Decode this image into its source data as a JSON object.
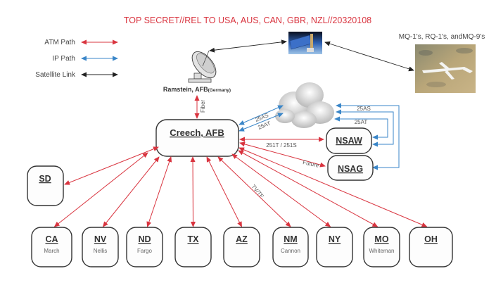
{
  "classification_banner": "TOP SECRET//REL TO USA, AUS, CAN, GBR, NZL//20320108",
  "legend": {
    "items": [
      {
        "label": "ATM Path",
        "color": "#d9343f"
      },
      {
        "label": "IP Path",
        "color": "#3a86c8"
      },
      {
        "label": "Satellite Link",
        "color": "#222222"
      }
    ]
  },
  "colors": {
    "atm": "#d9343f",
    "ip": "#3a86c8",
    "satellite": "#222222"
  },
  "ground_station": {
    "icon": "satellite-dish-icon",
    "label": "Ramstein, AFB",
    "sublabel": "(Germany)"
  },
  "satellite": {
    "icon": "satellite-icon"
  },
  "uav": {
    "label": "MQ-1's, RQ-1's, andMQ-9's",
    "icon": "drone-photo"
  },
  "cloud": {
    "icon": "cloud-icon"
  },
  "hub": {
    "title": "Creech, AFB"
  },
  "link_labels": {
    "fiber": "Fiber",
    "creech_cloud_1": "25AS",
    "creech_cloud_2": "25AT",
    "nsa_cloud_1": "25AS",
    "nsa_cloud_2": "25AT",
    "creech_nsaw": "251T / 251S",
    "future": "Future",
    "nm_line": "TV/TF"
  },
  "nsa_nodes": [
    {
      "title": "NSAW"
    },
    {
      "title": "NSAG"
    }
  ],
  "sd_node": {
    "title": "SD",
    "sub": ""
  },
  "state_nodes": [
    {
      "title": "CA",
      "sub": "March"
    },
    {
      "title": "NV",
      "sub": "Nellis"
    },
    {
      "title": "ND",
      "sub": "Fargo"
    },
    {
      "title": "TX",
      "sub": ""
    },
    {
      "title": "AZ",
      "sub": ""
    },
    {
      "title": "NM",
      "sub": "Cannon"
    },
    {
      "title": "NY",
      "sub": ""
    },
    {
      "title": "MO",
      "sub": "Whiteman"
    },
    {
      "title": "OH",
      "sub": ""
    }
  ]
}
